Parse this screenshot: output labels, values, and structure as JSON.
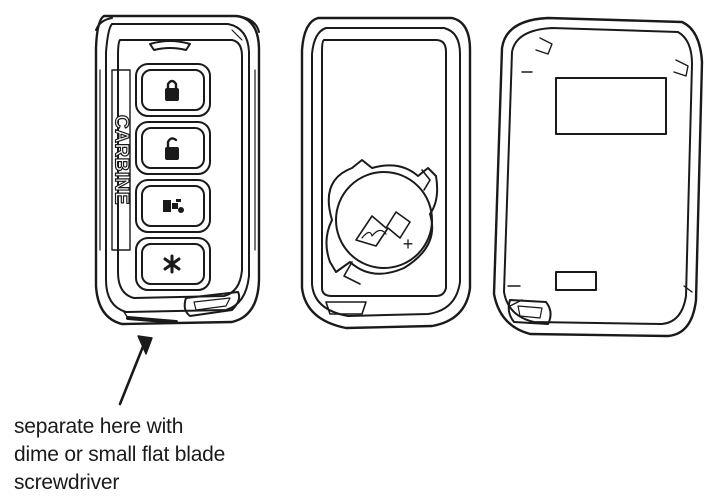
{
  "figure": {
    "brand_text": "CARBINE",
    "callout_lines": [
      "separate here with",
      "dime or small flat blade",
      "screwdriver"
    ],
    "button_icons": [
      "lock-icon",
      "unlock-icon",
      "remote-start-icon",
      "aux-star-icon"
    ],
    "battery_polarity": "+",
    "line_color": "#1a1a1a"
  }
}
